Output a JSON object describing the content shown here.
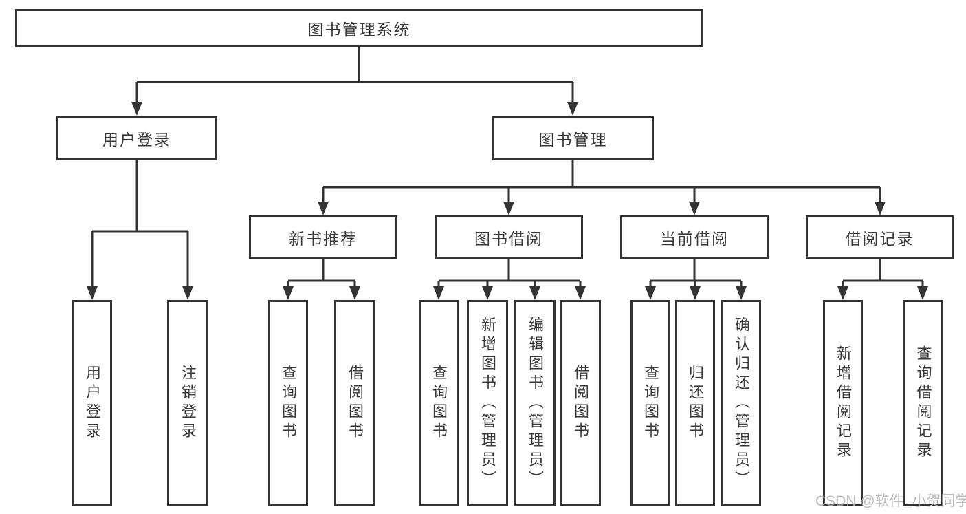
{
  "colors": {
    "line": "#333333",
    "box_border": "#333333",
    "box_fill": "#ffffff",
    "text": "#3a3a3a",
    "watermark": "#b0b0b0",
    "bg": "#ffffff"
  },
  "watermark": {
    "text": "CSDN @软件_小贺同学"
  },
  "diagram": {
    "type": "hierarchy-tree",
    "root": {
      "label": "图书管理系统"
    },
    "level2": [
      {
        "label": "用户登录",
        "parent": "图书管理系统"
      },
      {
        "label": "图书管理",
        "parent": "图书管理系统"
      }
    ],
    "level3": [
      {
        "label": "新书推荐",
        "parent": "图书管理"
      },
      {
        "label": "图书借阅",
        "parent": "图书管理"
      },
      {
        "label": "当前借阅",
        "parent": "图书管理"
      },
      {
        "label": "借阅记录",
        "parent": "图书管理"
      }
    ],
    "leaves": [
      {
        "label": "用户登录",
        "parent": "用户登录"
      },
      {
        "label": "注销登录",
        "parent": "用户登录"
      },
      {
        "label": "查询图书",
        "parent": "新书推荐"
      },
      {
        "label": "借阅图书",
        "parent": "新书推荐"
      },
      {
        "label": "查询图书",
        "parent": "图书借阅"
      },
      {
        "label": "新增图书（管理员）",
        "parent": "图书借阅"
      },
      {
        "label": "编辑图书（管理员）",
        "parent": "图书借阅"
      },
      {
        "label": "借阅图书",
        "parent": "图书借阅"
      },
      {
        "label": "查询图书",
        "parent": "当前借阅"
      },
      {
        "label": "归还图书",
        "parent": "当前借阅"
      },
      {
        "label": "确认归还（管理员）",
        "parent": "当前借阅"
      },
      {
        "label": "新增借阅记录",
        "parent": "借阅记录"
      },
      {
        "label": "查询借阅记录",
        "parent": "借阅记录"
      }
    ]
  }
}
